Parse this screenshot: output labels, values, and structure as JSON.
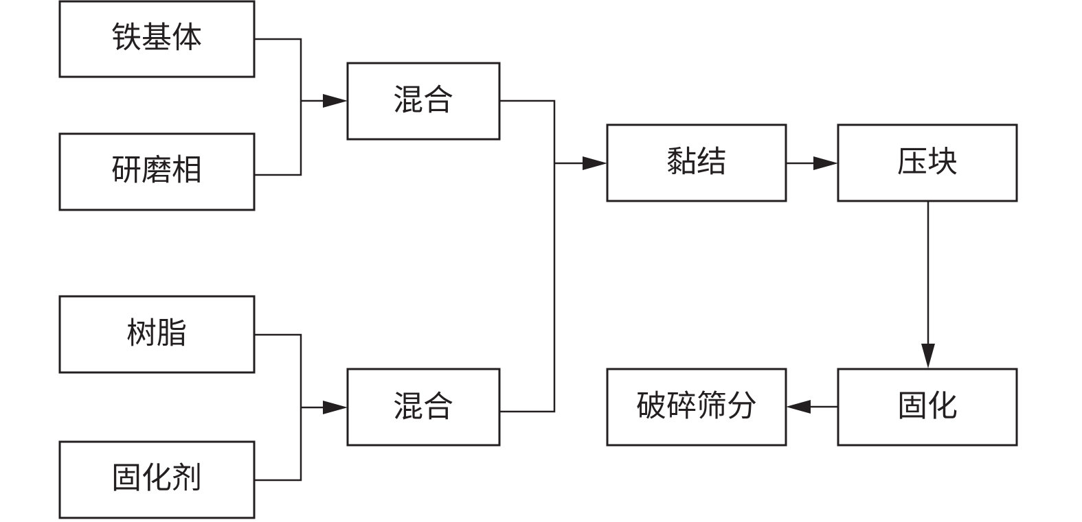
{
  "nodes": {
    "iron_matrix": "铁基体",
    "abrasive": "研磨相",
    "mix_top": "混合",
    "resin": "树脂",
    "curing_agent": "固化剂",
    "mix_bottom": "混合",
    "bonding": "黏结",
    "pressing": "压块",
    "curing": "固化",
    "crush_sieve": "破碎筛分"
  },
  "colors": {
    "stroke": "#231f20",
    "background": "#ffffff"
  }
}
